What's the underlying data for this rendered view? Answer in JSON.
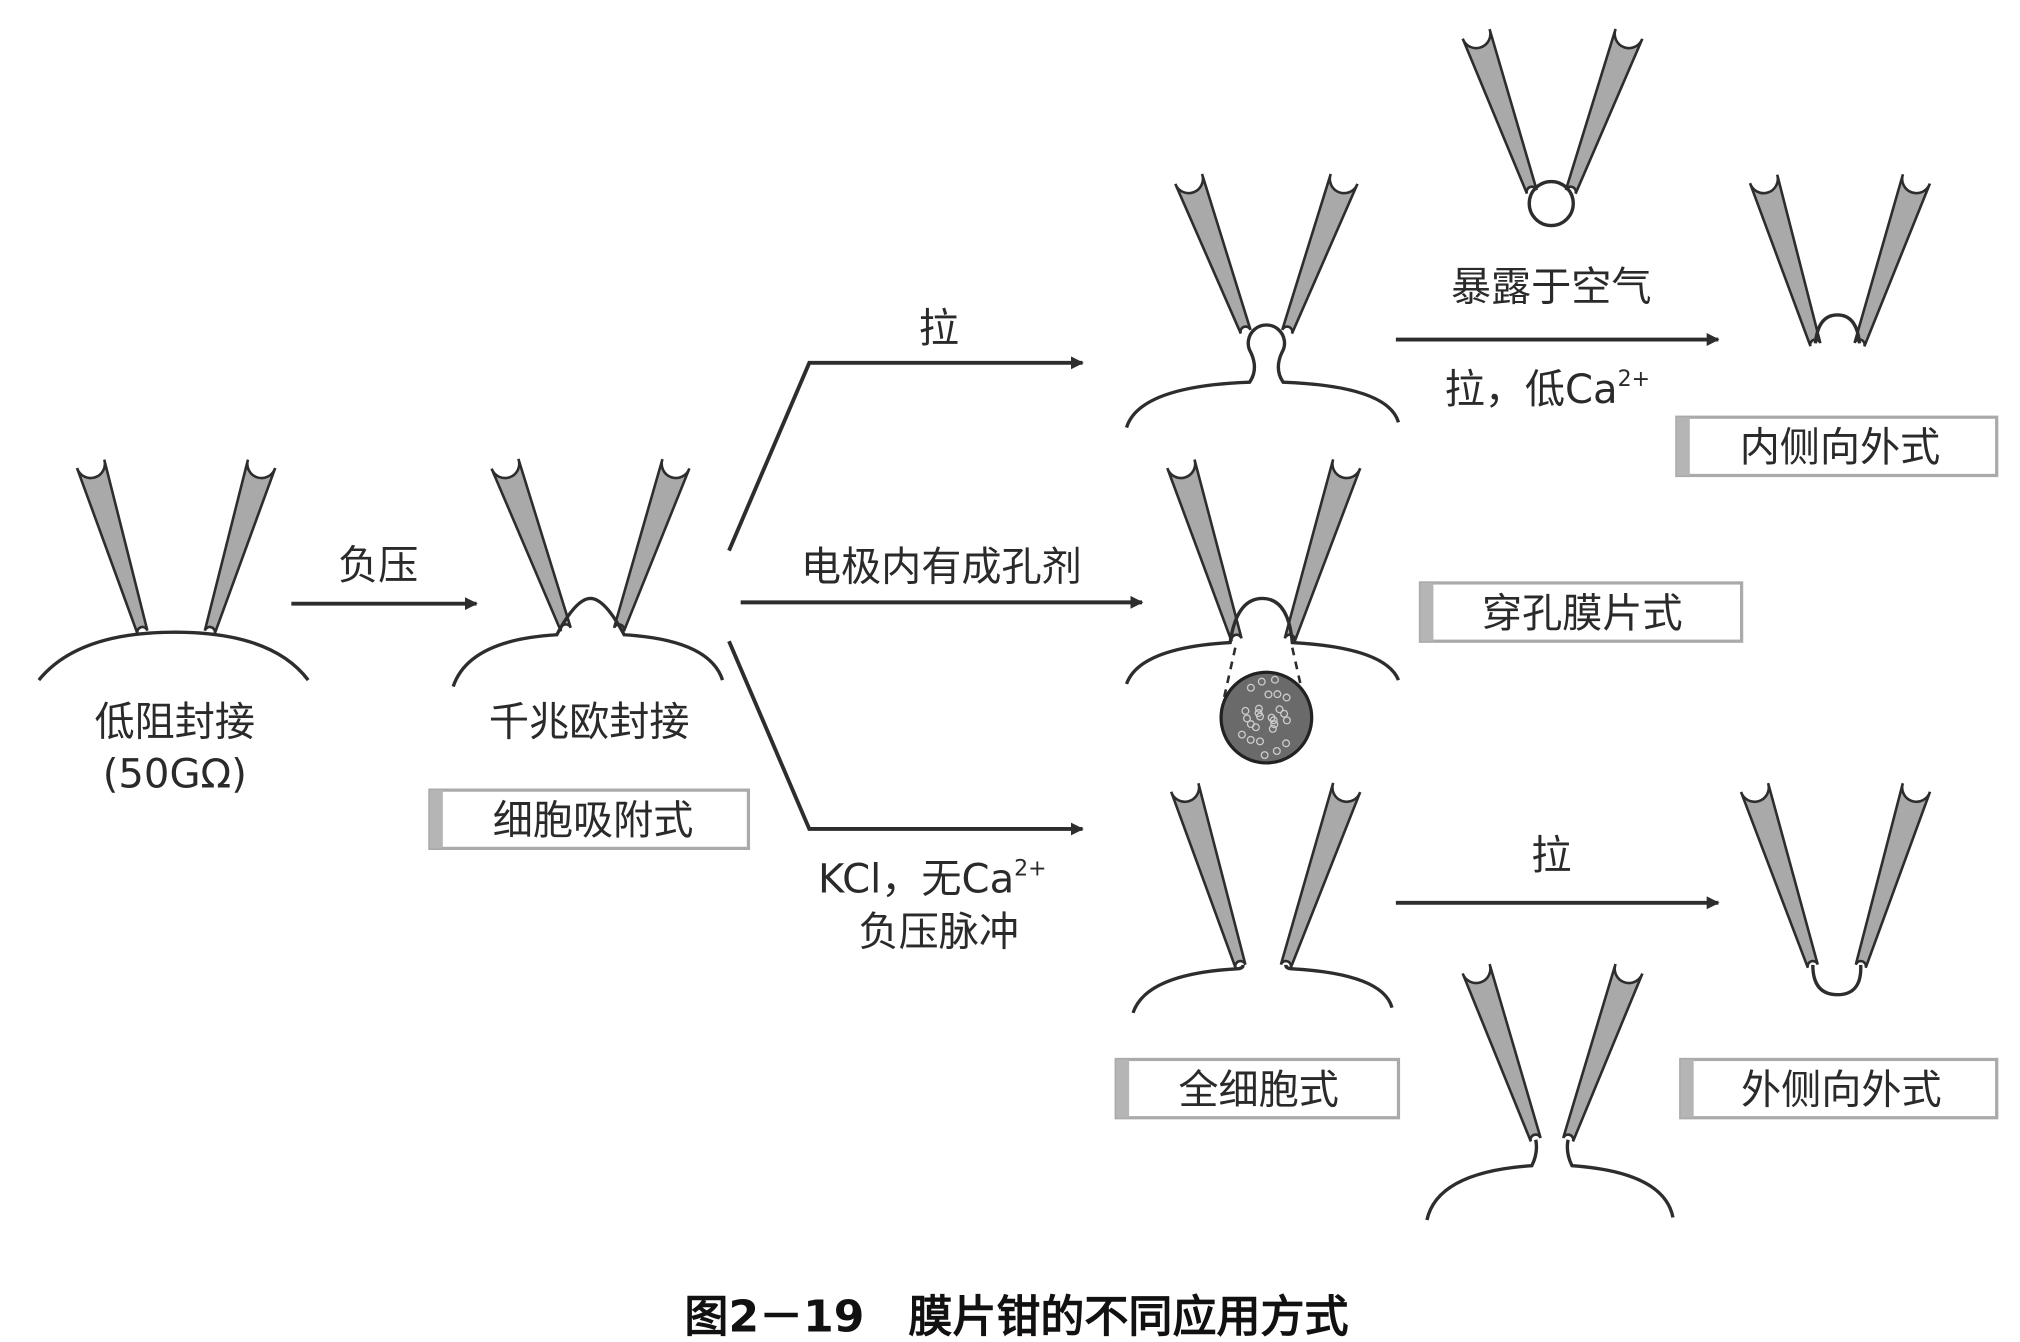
{
  "labels": {
    "low_seal": "低阻封接",
    "low_seal_value": "(50GΩ)",
    "giga_seal": "千兆欧封接",
    "negative_pressure": "负压",
    "pull_top": "拉",
    "pore_agent": "电极内有成孔剂",
    "kcl_no_ca": "KCl，无Ca",
    "kcl_no_ca_sup": "2+",
    "negative_pulse": "负压脉冲",
    "air_exposure": "暴露于空气",
    "pull_low_ca": "拉，低Ca",
    "pull_low_ca_sup": "2+",
    "pull_bottom": "拉"
  },
  "modes": {
    "cell_attached": "细胞吸附式",
    "inside_out": "内侧向外式",
    "perforated_patch": "穿孔膜片式",
    "whole_cell": "全细胞式",
    "outside_out": "外侧向外式"
  },
  "caption": "图2－19　膜片钳的不同应用方式",
  "colors": {
    "pipette": "#a9a9a9",
    "line": "#2d2d2d",
    "box_accent": "#b5b5b5",
    "perforated_disc": "#6a6a6a"
  }
}
